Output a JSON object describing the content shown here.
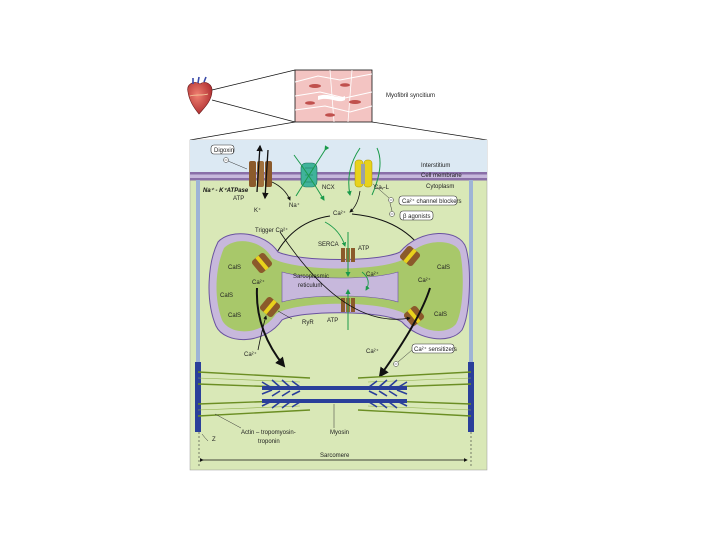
{
  "labels": {
    "myofibril": "Myofibril syncitium",
    "digoxin": "Digoxin",
    "pump": "Na⁺ - K⁺ATPase",
    "atp_top": "ATP",
    "k_plus": "K⁺",
    "na_plus": "Na⁺",
    "ncx": "NCX",
    "cal": "Caᵥ-L",
    "interstitium": "Interstitium",
    "cell_membrane": "Cell membrane",
    "cytoplasm": "Cytoplasm",
    "ca_channel_blockers": "Ca²⁺ channel blockers",
    "beta_agonists": "β agonists",
    "ca_top": "Ca²⁺",
    "trigger_ca": "Trigger Ca²⁺",
    "serca": "SERCA",
    "atp_serca_top": "ATP",
    "atp_serca_bottom": "ATP",
    "sr": "Sarcoplasmic\nreticulum",
    "ca_sr_inner": "Ca²⁺",
    "ca_left": "Ca²⁺",
    "ca_right_top": "Ca²⁺",
    "ryr": "RyR",
    "cals_1": "CalS",
    "cals_2": "CalS",
    "cals_3": "CalS",
    "cals_4": "CalS",
    "cals_5": "CalS",
    "ca_low_left": "Ca²⁺",
    "ca_low_right": "Ca²⁺",
    "ca_sensitizers": "Ca²⁺ sensitizers",
    "actin": "Actin – tropomyosin-",
    "troponin": "troponin",
    "myosin": "Myosin",
    "z": "Z",
    "sarcomere": "Sarcomere"
  },
  "colors": {
    "cell_bg": "#d9e8b7",
    "interstitium": "#dce9f3",
    "membrane": "#8a6fa8",
    "sr_fill": "#a8c86a",
    "sr_inner": "#c7b8dc",
    "myosin": "#2a3f9a",
    "actin": "#6b8e23",
    "channel": "#8b5a2b",
    "ncx": "#3fb39a",
    "cal": "#e8d21c",
    "arrow_green": "#1a9a4a"
  }
}
